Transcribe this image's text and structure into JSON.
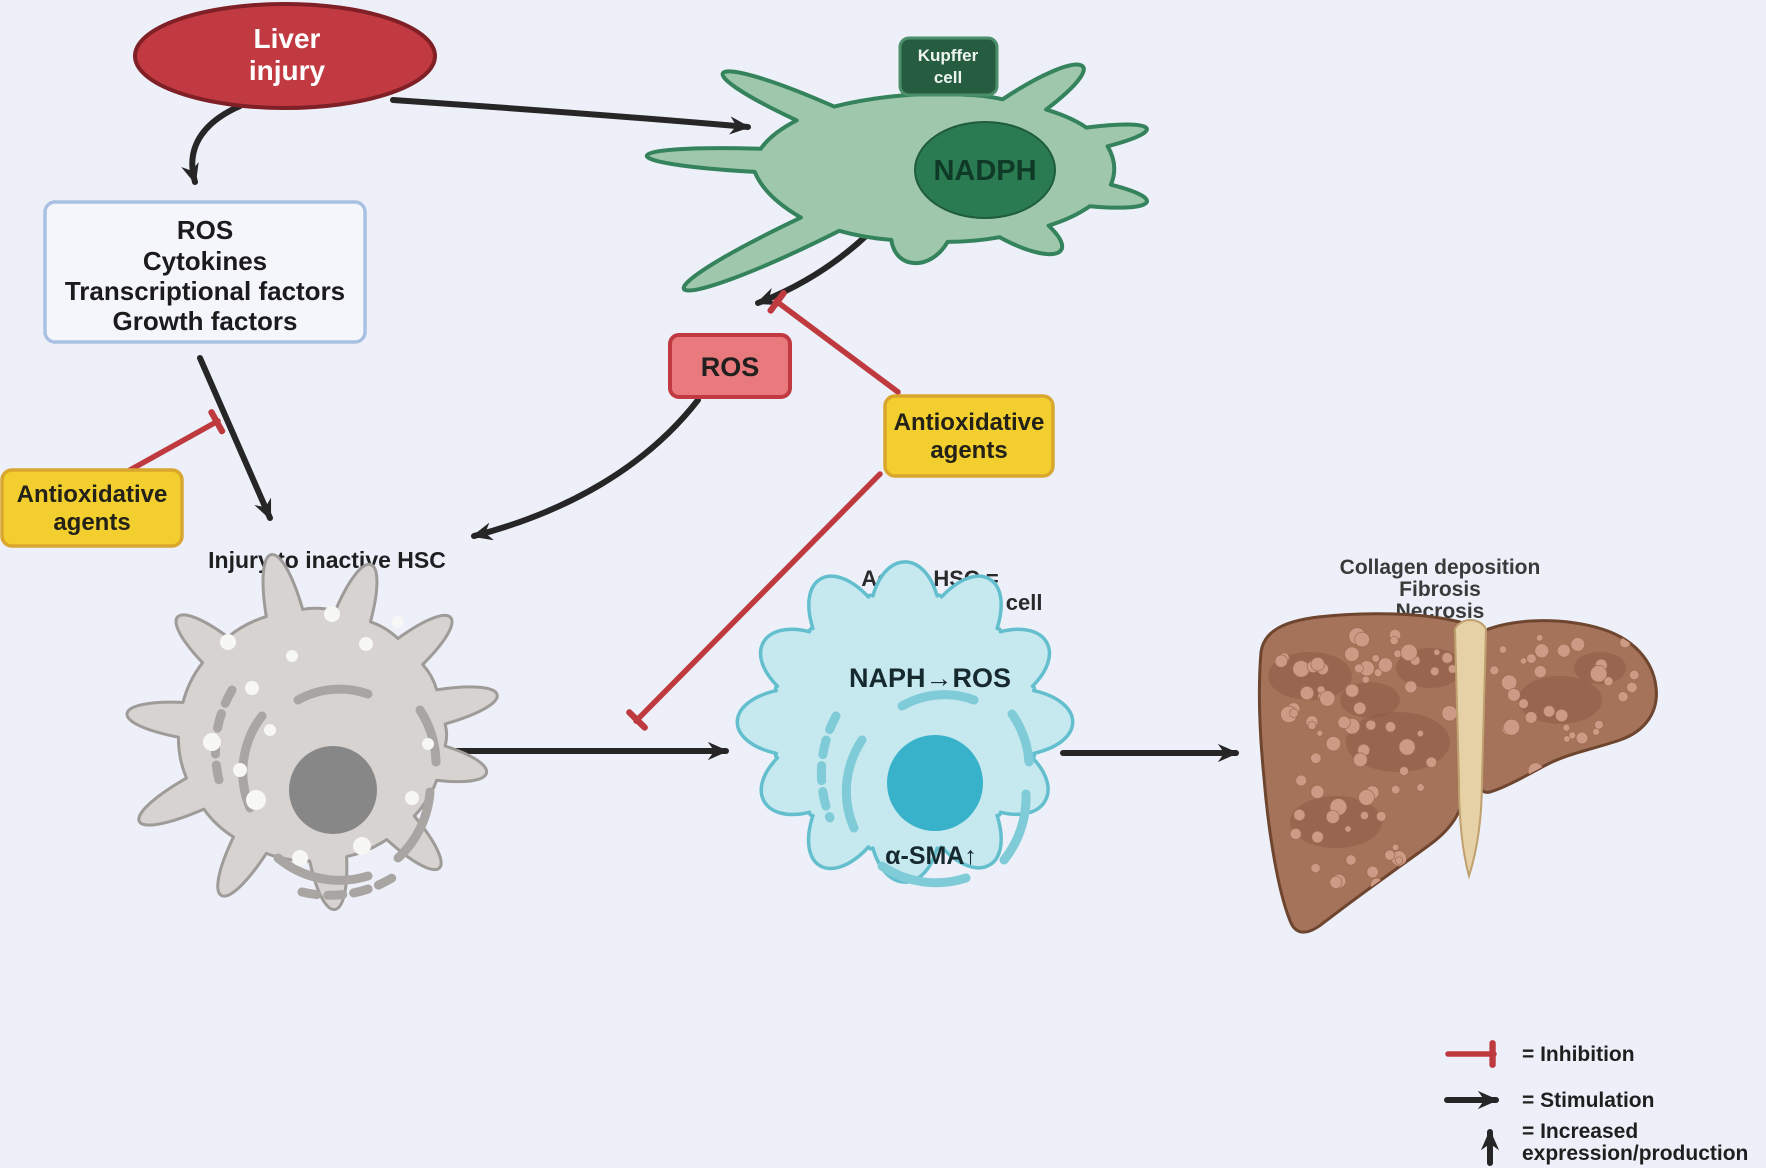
{
  "nodes": {
    "liver_injury": {
      "line1": "Liver",
      "line2": "injury"
    },
    "mediators": {
      "lines": [
        "ROS",
        "Cytokines",
        "Transcriptional factors",
        "Growth factors"
      ]
    },
    "kupffer": {
      "label_line1": "Kupffer",
      "label_line2": "cell",
      "nucleus_label": "NADPH"
    },
    "ros_box": {
      "label": "ROS"
    },
    "antiox_left": {
      "line1": "Antioxidative",
      "line2": "agents"
    },
    "antiox_right": {
      "line1": "Antioxidative",
      "line2": "agents"
    },
    "inactive_hsc": {
      "caption": "Injury to inactive HSC"
    },
    "active_hsc": {
      "caption_line1": "Active HSC =",
      "caption_line2": "myofibroblastlike cell",
      "inner_top": "NAPH→ROS",
      "inner_bottom": "α-SMA↑"
    },
    "outcome": {
      "line1": "Collagen deposition",
      "line2": "Fibrosis",
      "line3": "Necrosis"
    }
  },
  "legend": {
    "inhibition_label": "= Inhibition",
    "stimulation_label": "= Stimulation",
    "increased_label_line1": "= Increased",
    "increased_label_line2": "expression/production"
  },
  "colors": {
    "background": "#edf0f8",
    "injury_red": "#c23a41",
    "injury_border": "#7e2026",
    "mediators_fill": "#f4f6fb",
    "mediators_border": "#a9c0e2",
    "kupffer_body": "#9ec7ab",
    "kupffer_nucleus": "#2a7b52",
    "kupffer_label_bg": "#265d41",
    "ros_fill": "#e8797c",
    "ros_border": "#c23a41",
    "antiox_fill": "#f2cf2e",
    "antiox_border": "#d9a62e",
    "inhibition_red": "#bf3a3f",
    "arrow_black": "#262626",
    "hsc_gray": "#d6d3d0",
    "hsc_blue": "#c6e8ef",
    "hsc_blue_nucleus": "#38b2ca",
    "liver_brown": "#a5725a"
  }
}
